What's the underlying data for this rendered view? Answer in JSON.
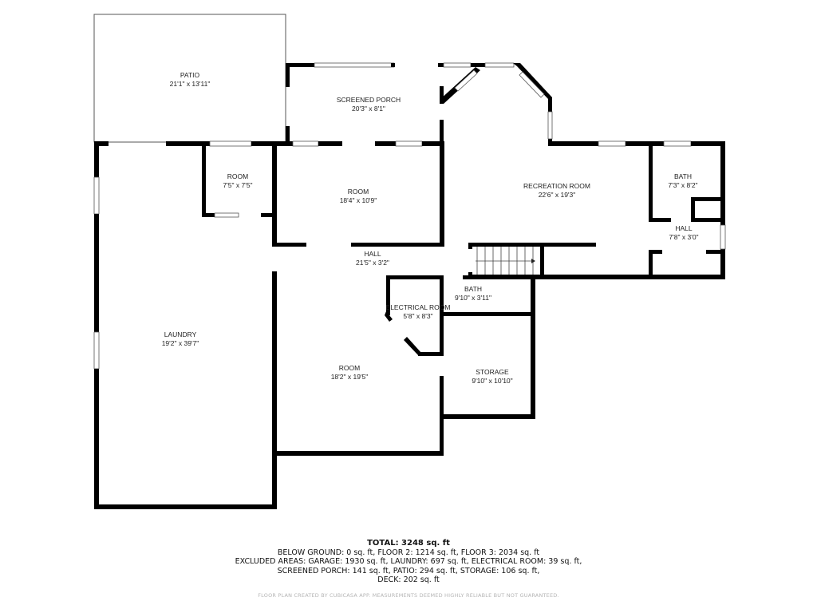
{
  "rooms": {
    "patio": {
      "name": "PATIO",
      "dims": "21'1\" x 13'11\""
    },
    "screened_porch": {
      "name": "SCREENED PORCH",
      "dims": "20'3\" x 8'1\""
    },
    "recreation_room": {
      "name": "RECREATION ROOM",
      "dims": "22'6\" x 19'3\""
    },
    "bath_upper": {
      "name": "BATH",
      "dims": "7'3\" x 8'2\""
    },
    "hall_right": {
      "name": "HALL",
      "dims": "7'8\" x 3'0\""
    },
    "room_small": {
      "name": "ROOM",
      "dims": "7'5\" x 7'5\""
    },
    "room_mid": {
      "name": "ROOM",
      "dims": "18'4\" x 10'9\""
    },
    "hall_main": {
      "name": "HALL",
      "dims": "21'5\" x 3'2\""
    },
    "bath_lower": {
      "name": "BATH",
      "dims": "9'10\" x 3'11\""
    },
    "electrical_room": {
      "name": "ELECTRICAL ROOM",
      "dims": "5'8\" x 8'3\""
    },
    "laundry": {
      "name": "LAUNDRY",
      "dims": "19'2\" x 39'7\""
    },
    "room_large": {
      "name": "ROOM",
      "dims": "18'2\" x 19'5\""
    },
    "storage": {
      "name": "STORAGE",
      "dims": "9'10\" x 10'10\""
    }
  },
  "summary": {
    "total": "TOTAL: 3248 sq. ft",
    "line1": "BELOW GROUND: 0 sq. ft, FLOOR 2: 1214 sq. ft, FLOOR 3: 2034 sq. ft",
    "line2": "EXCLUDED AREAS: GARAGE: 1930 sq. ft, LAUNDRY: 697 sq. ft, ELECTRICAL ROOM: 39 sq. ft,",
    "line3": "SCREENED PORCH: 141 sq. ft, PATIO: 294 sq. ft, STORAGE: 106 sq. ft,",
    "line4": "DECK: 202 sq. ft"
  },
  "footer": "FLOOR PLAN CREATED BY CUBICASA APP. MEASUREMENTS DEEMED HIGHLY RELIABLE BUT NOT GUARANTEED."
}
